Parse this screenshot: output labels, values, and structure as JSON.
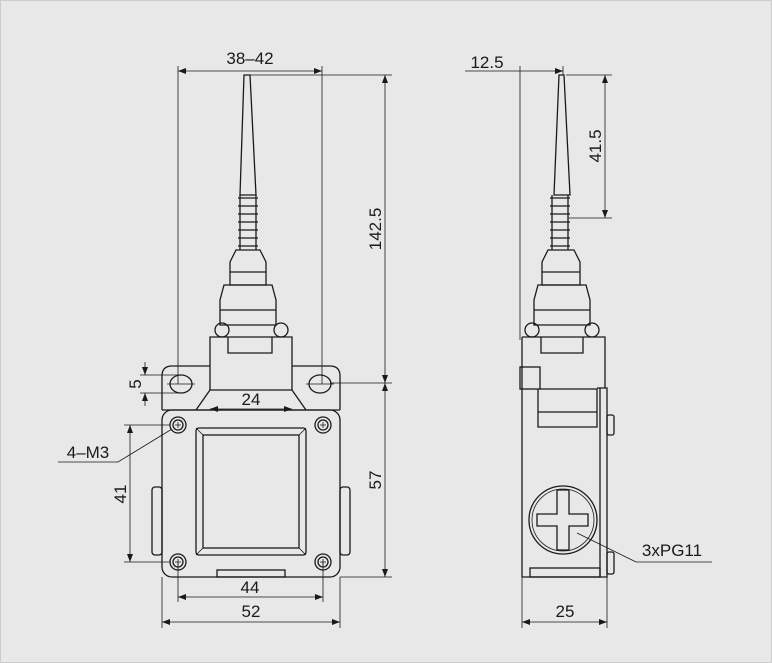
{
  "front_view": {
    "dims": {
      "lever_width": "38–42",
      "total_height": "142.5",
      "hole_slot": "5",
      "head_width": "24",
      "screws": "4–M3",
      "hole_spacing_v": "41",
      "body_height": "57",
      "hole_spacing_h": "44",
      "body_width": "52"
    }
  },
  "side_view": {
    "dims": {
      "lever_offset": "12.5",
      "rod_length": "41.5",
      "conduit": "3xPG11",
      "depth": "25"
    }
  }
}
